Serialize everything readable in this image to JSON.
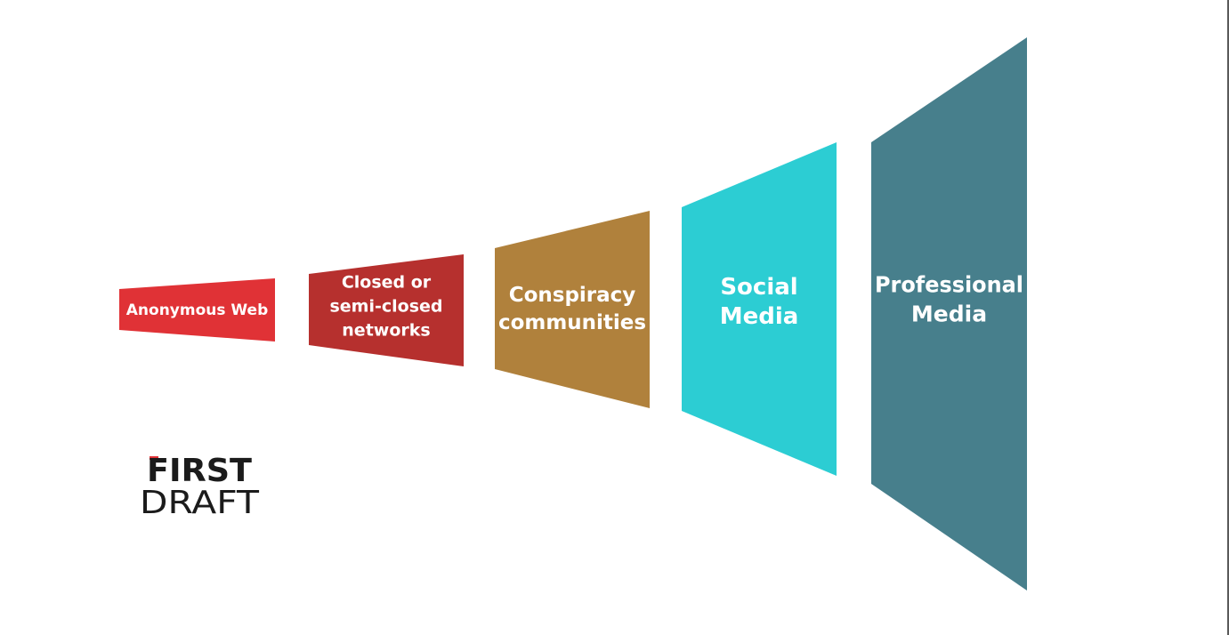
{
  "stages": [
    {
      "lines": [
        "Anonymous Web"
      ],
      "color": "#e03236"
    },
    {
      "lines": [
        "Closed or",
        "semi-closed",
        "networks"
      ],
      "color": "#b6302e"
    },
    {
      "lines": [
        "Conspiracy",
        "communities"
      ],
      "color": "#b0813c"
    },
    {
      "lines": [
        "Social",
        "Media"
      ],
      "color": "#2ccdd3"
    },
    {
      "lines": [
        "Professional",
        "Media"
      ],
      "color": "#477f8c"
    }
  ],
  "logo": {
    "line1": "FIRST",
    "line2": "DRAFT",
    "accent_color": "#e03236"
  }
}
